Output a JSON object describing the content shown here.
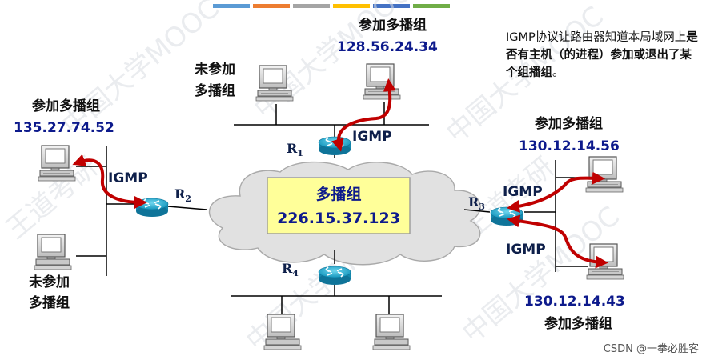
{
  "top_bar_colors": [
    "#5b9bd5",
    "#ed7d31",
    "#a5a5a5",
    "#ffc000",
    "#4472c4",
    "#70ad47"
  ],
  "watermark": {
    "text": "中国大学MOOC",
    "brand": "王道考研"
  },
  "group_box": {
    "title": "多播组",
    "address": "226.15.37.123",
    "fill": "#ffff99",
    "border": "#9a9a9a"
  },
  "routers": {
    "r1": {
      "letter": "R",
      "sub": "1"
    },
    "r2": {
      "letter": "R",
      "sub": "2"
    },
    "r3": {
      "letter": "R",
      "sub": "3"
    },
    "r4": {
      "letter": "R",
      "sub": "4"
    }
  },
  "igmp_label": "IGMP",
  "hosts": {
    "top_member": {
      "label": "参加多播组",
      "ip": "128.56.24.34"
    },
    "top_nonmember": {
      "line1": "未参加",
      "line2": "多播组"
    },
    "left_member": {
      "label": "参加多播组",
      "ip": "135.27.74.52"
    },
    "left_nonmember": {
      "line1": "未参加",
      "line2": "多播组"
    },
    "right_member_top": {
      "label": "参加多播组",
      "ip": "130.12.14.56"
    },
    "right_member_bottom": {
      "label": "参加多播组",
      "ip": "130.12.14.43"
    }
  },
  "note": {
    "part1": "IGMP协议让路由器知道本局域网上",
    "part2": "是否有主机（的进程）参加或退出了某个组播组",
    "part3": "。"
  },
  "credit": "CSDN @一拳必胜客",
  "colors": {
    "ip_text": "#0d1a8c",
    "arrow": "#c00000",
    "router": "#1aa3c9",
    "line": "#000000",
    "cloud": "#e1e1e1"
  }
}
